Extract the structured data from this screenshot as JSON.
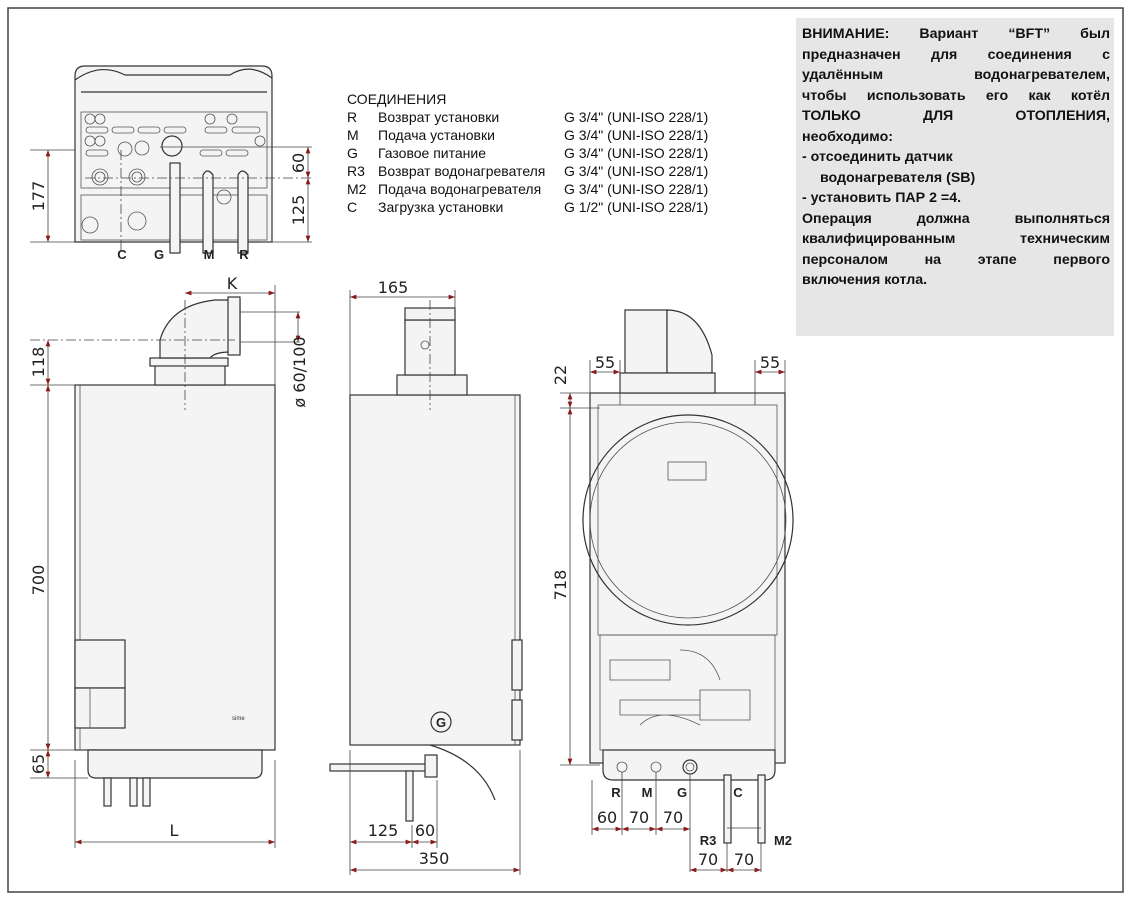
{
  "connections": {
    "title": "СОЕДИНЕНИЯ",
    "rows": [
      {
        "code": "R",
        "name": "Возврат установки",
        "spec": "G 3/4\" (UNI-ISO 228/1)"
      },
      {
        "code": "M",
        "name": "Подача установки",
        "spec": "G 3/4\" (UNI-ISO 228/1)"
      },
      {
        "code": "G",
        "name": "Газовое питание",
        "spec": "G 3/4\" (UNI-ISO 228/1)"
      },
      {
        "code": "R3",
        "name": "Возврат водонагревателя",
        "spec": "G 3/4\" (UNI-ISO 228/1)"
      },
      {
        "code": "M2",
        "name": "Подача водонагревателя",
        "spec": "G 3/4\" (UNI-ISO 228/1)"
      },
      {
        "code": "C",
        "name": "Загрузка установки",
        "spec": "G 1/2\" (UNI-ISO 228/1)"
      }
    ]
  },
  "warning": {
    "lines": [
      "ВНИМАНИЕ: Вариант “BFT” был",
      "предназначен для соединения с",
      "удалённым водонагревателем,",
      "чтобы использовать его как котёл",
      "ТОЛЬКО ДЛЯ ОТОПЛЕНИЯ,",
      "необходимо:",
      "- отсоединить датчик",
      "водонагревателя (SB)",
      "- установить ПАР 2 =4.",
      "Операция должна выполняться",
      "квалифицированным техническим",
      "персоналом на этапе первого",
      "включения котла."
    ]
  },
  "top_view": {
    "labels": [
      "C",
      "G",
      "M",
      "R"
    ],
    "dims": {
      "total": "177",
      "upper": "60",
      "lower": "125"
    }
  },
  "front_view": {
    "dims": {
      "k": "K",
      "flue_height": "118",
      "flue_diameter": "ø 60/100",
      "height": "700",
      "bottom": "65",
      "width": "L"
    }
  },
  "side_view": {
    "dims": {
      "flue_offset": "165",
      "g_offset": "125",
      "g_width": "60",
      "depth": "350"
    },
    "gas_label": "G"
  },
  "back_view": {
    "dims": {
      "left_margin": "55",
      "right_margin": "55",
      "top": "22",
      "height": "718",
      "d_r": "60",
      "d_m": "70",
      "d_g": "70",
      "d_r3": "70",
      "d_m2": "70"
    },
    "labels": {
      "r": "R",
      "m": "M",
      "g": "G",
      "c": "C",
      "r3": "R3",
      "m2": "M2"
    }
  },
  "colors": {
    "arrow": "#8b1a1a",
    "warning_bg": "#e6e6e6"
  }
}
